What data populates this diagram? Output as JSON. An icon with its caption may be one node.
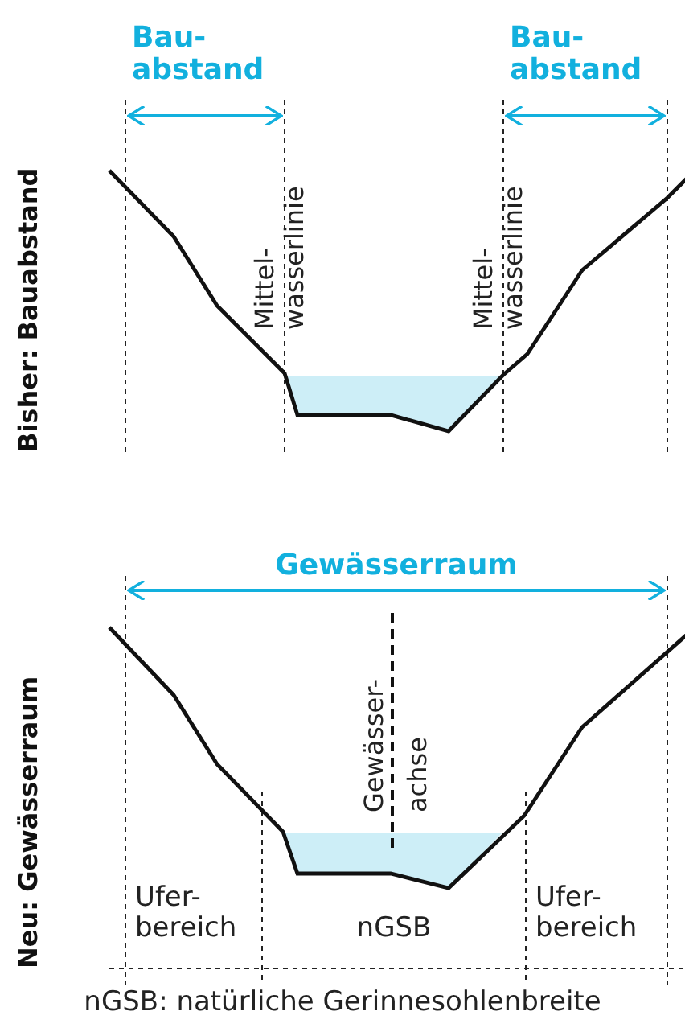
{
  "diagram": {
    "caption": "nGSB: natürliche Gerinnesohlenbreite",
    "labels": [
      "Bau- abstand",
      "Bau- abstand",
      "Bisher: Bauabstand",
      "Mittel- wasserlinie",
      "Mittel- wasserlinie",
      "Gewässerraum",
      "Neu: Gewässerraum",
      "Gewässer- achse",
      "Ufer- bereich",
      "nGSB",
      "Ufer- bereich"
    ]
  }
}
